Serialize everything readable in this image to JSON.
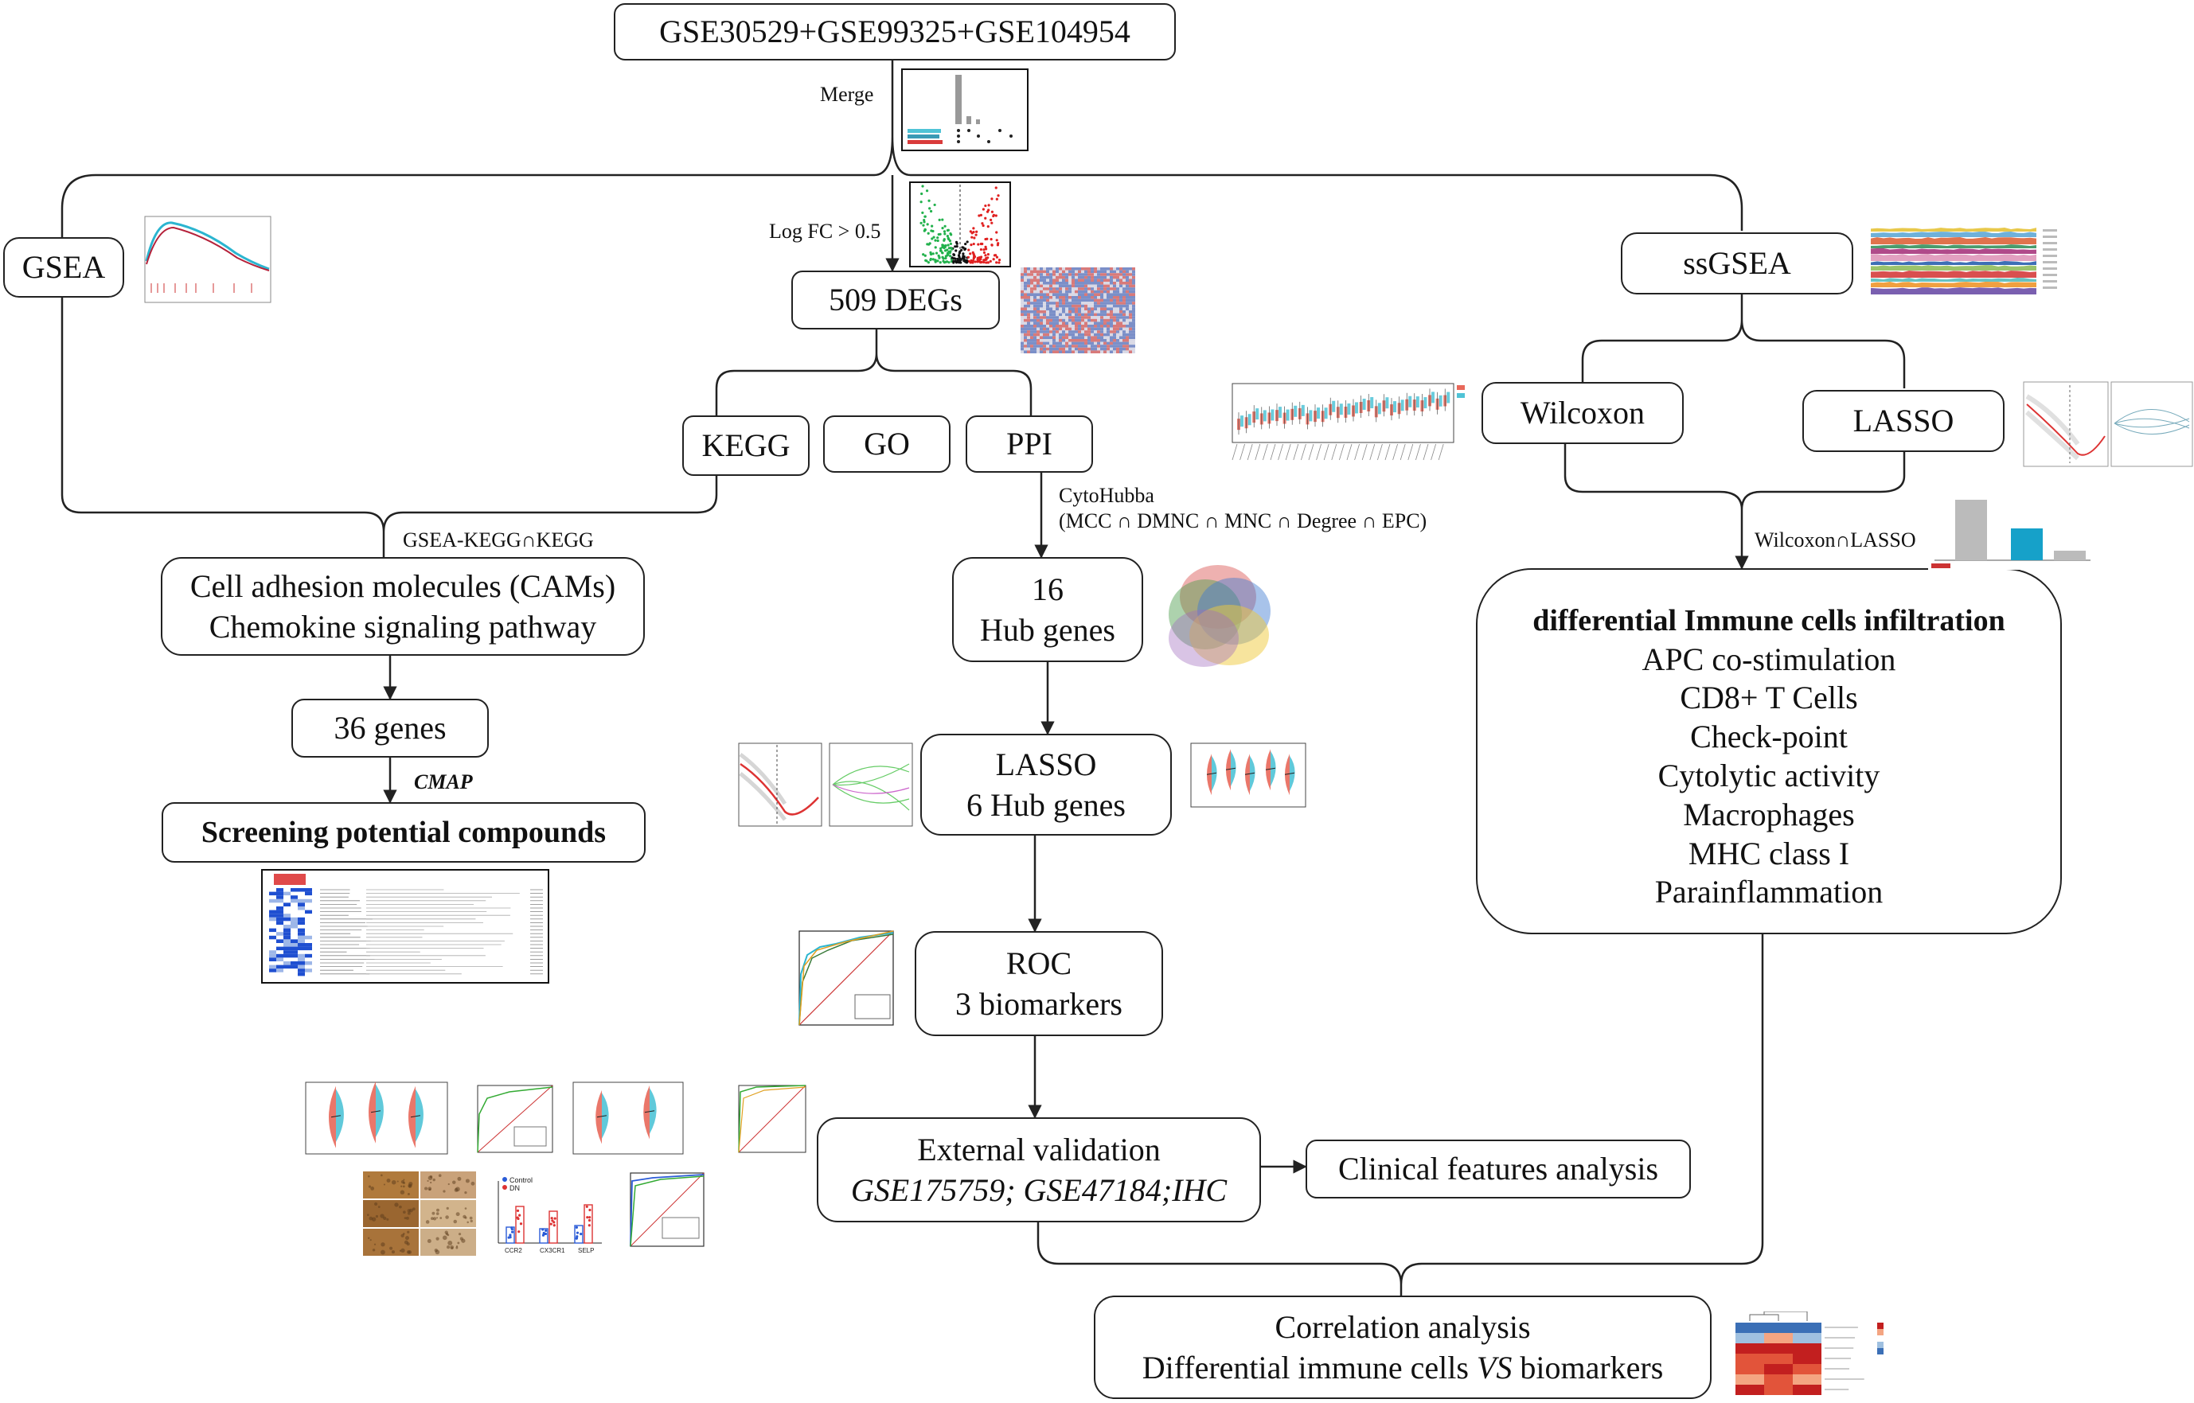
{
  "boxes": {
    "merge": "GSE30529+GSE99325+GSE104954",
    "gsea": "GSEA",
    "degs": "509 DEGs",
    "ssgsea": "ssGSEA",
    "kegg": "KEGG",
    "go": "GO",
    "ppi": "PPI",
    "wilcoxon": "Wilcoxon",
    "lasso_right": "LASSO",
    "cams_line1": "Cell adhesion molecules (CAMs)",
    "cams_line2": "Chemokine signaling pathway",
    "hub16_line1": "16",
    "hub16_line2": "Hub genes",
    "genes36": "36 genes",
    "screening": "Screening potential compounds",
    "lasso_mid_line1": "LASSO",
    "lasso_mid_line2": "6 Hub genes",
    "roc_line1": "ROC",
    "roc_line2": "3 biomarkers",
    "external_line1": "External validation",
    "external_line2": "GSE175759; GSE47184;IHC",
    "clinical": "Clinical features analysis",
    "immune_title": "differential Immune cells infiltration",
    "immune_items": [
      "APC co-stimulation",
      "CD8+ T Cells",
      "Check-point",
      "Cytolytic activity",
      "Macrophages",
      "MHC class I",
      "Parainflammation"
    ],
    "correlation_line1": "Correlation analysis",
    "correlation_line2_a": "Differential immune cells ",
    "correlation_line2_b": "VS",
    "correlation_line2_c": " biomarkers"
  },
  "labels": {
    "merge": "Merge",
    "logfc": "Log FC > 0.5",
    "gsea_kegg": "GSEA-KEGG∩KEGG",
    "cytohubba_line1": "CytoHubba",
    "cytohubba_line2": "(MCC ∩ DMNC ∩ MNC ∩ Degree ∩ EPC)",
    "cmap": "CMAP",
    "wilcoxon_lasso": "Wilcoxon∩LASSO"
  },
  "ihc_legend": [
    "Control",
    "DN"
  ],
  "ihc_genes": [
    "CCR2",
    "CX3CR1",
    "SELP"
  ],
  "colors": {
    "line": "#222222",
    "violin_red": "#e8685a",
    "violin_blue": "#4fc3d6",
    "volcano_red": "#e02020",
    "volcano_green": "#22b14c",
    "heatmap_blue": "#3b6fb6",
    "heatmap_red": "#d7301f"
  }
}
